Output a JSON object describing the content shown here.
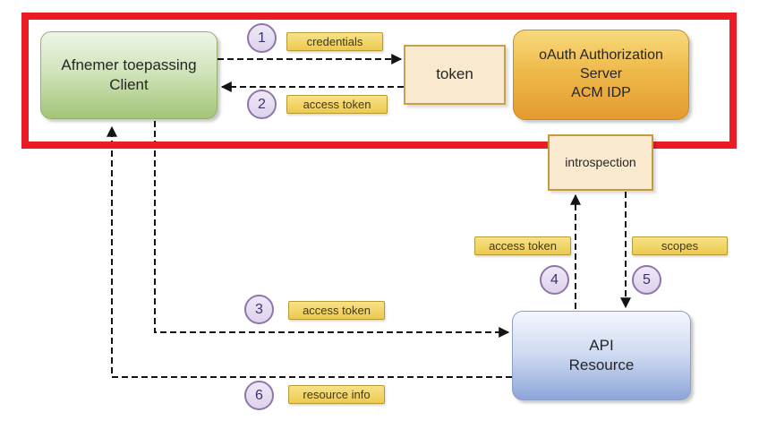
{
  "diagram": {
    "nodes": {
      "client": {
        "lines": [
          "Afnemer toepassing",
          "Client"
        ]
      },
      "token": {
        "label": "token"
      },
      "auth_server": {
        "lines": [
          "oAuth Authorization",
          "Server",
          "ACM IDP"
        ]
      },
      "introspection": {
        "label": "introspection"
      },
      "api_resource": {
        "lines": [
          "API",
          "Resource"
        ]
      }
    },
    "steps": [
      {
        "number": "1",
        "label": "credentials",
        "from": "client",
        "to": "token"
      },
      {
        "number": "2",
        "label": "access token",
        "from": "token",
        "to": "client"
      },
      {
        "number": "3",
        "label": "access token",
        "from": "client",
        "to": "api_resource"
      },
      {
        "number": "4",
        "label": "access token",
        "from": "api_resource",
        "to": "introspection"
      },
      {
        "number": "5",
        "label": "scopes",
        "from": "introspection",
        "to": "api_resource"
      },
      {
        "number": "6",
        "label": "resource info",
        "from": "api_resource",
        "to": "client"
      }
    ],
    "colors": {
      "highlight_frame": "#e91d23",
      "client_fill": "#a3c478",
      "auth_server_fill": "#e8a33d",
      "api_resource_fill": "#8ca5d8",
      "token_fill": "#f8e9cf",
      "flow_label_fill": "#edc94f",
      "step_circle_border": "#8f74ad",
      "connector": "#141414"
    }
  }
}
